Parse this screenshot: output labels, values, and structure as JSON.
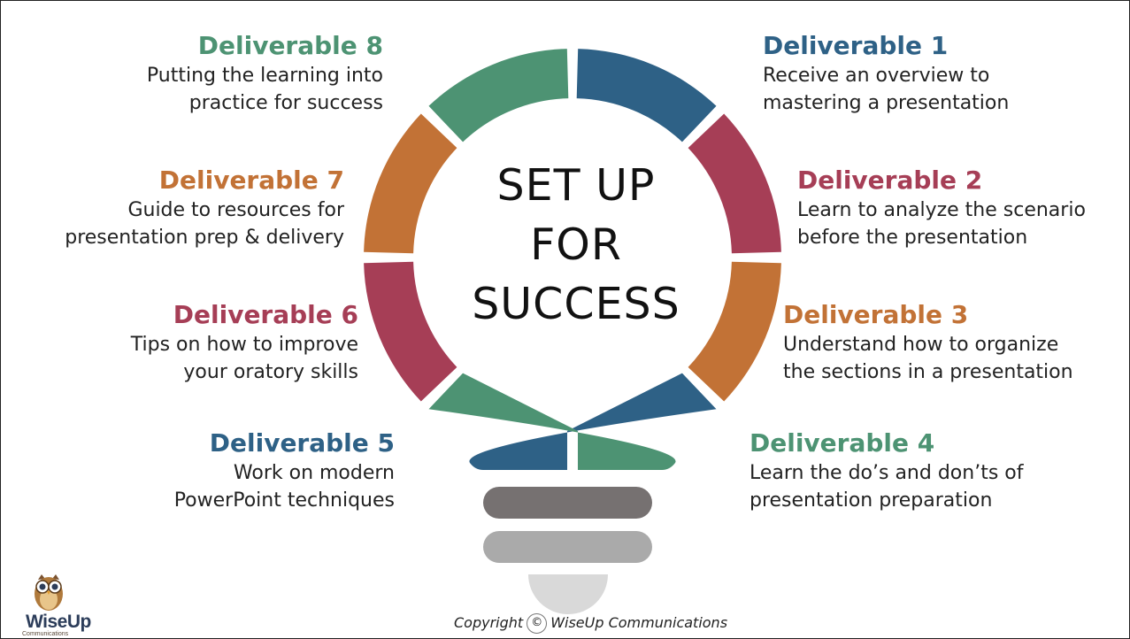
{
  "center": {
    "line1": "SET UP",
    "line2": "FOR",
    "line3": "SUCCESS"
  },
  "colors": {
    "blue": "#2E6186",
    "red": "#A63E56",
    "orange": "#C27236",
    "green": "#4D9373",
    "grey_dark": "#767171",
    "grey_light": "#AAAAAA",
    "grey_pale": "#D9D9D9"
  },
  "deliverables": [
    {
      "title": "Deliverable 1",
      "line1": "Receive an overview to",
      "line2": "mastering a presentation",
      "color": "#2E6186"
    },
    {
      "title": "Deliverable 2",
      "line1": "Learn to analyze the scenario",
      "line2": "before the presentation",
      "color": "#A63E56"
    },
    {
      "title": "Deliverable 3",
      "line1": "Understand how to organize",
      "line2": "the sections in a presentation",
      "color": "#C27236"
    },
    {
      "title": "Deliverable 4",
      "line1": "Learn the do’s and don’ts of",
      "line2": "presentation preparation",
      "color": "#4D9373"
    },
    {
      "title": "Deliverable 5",
      "line1": "Work on modern",
      "line2": "PowerPoint techniques",
      "color": "#2E6186"
    },
    {
      "title": "Deliverable 6",
      "line1": "Tips on how to improve",
      "line2": "your oratory skills",
      "color": "#A63E56"
    },
    {
      "title": "Deliverable 7",
      "line1": "Guide to resources for",
      "line2": "presentation prep & delivery",
      "color": "#C27236"
    },
    {
      "title": "Deliverable 8",
      "line1": "Putting the learning into",
      "line2": "practice for success",
      "color": "#4D9373"
    }
  ],
  "footer": {
    "copyright_prefix": "Copyright",
    "copyright_symbol": "©",
    "copyright_owner": "WiseUp Communications"
  },
  "logo": {
    "name": "WiseUp",
    "tagline": "Communications",
    "icon": "owl-icon"
  }
}
